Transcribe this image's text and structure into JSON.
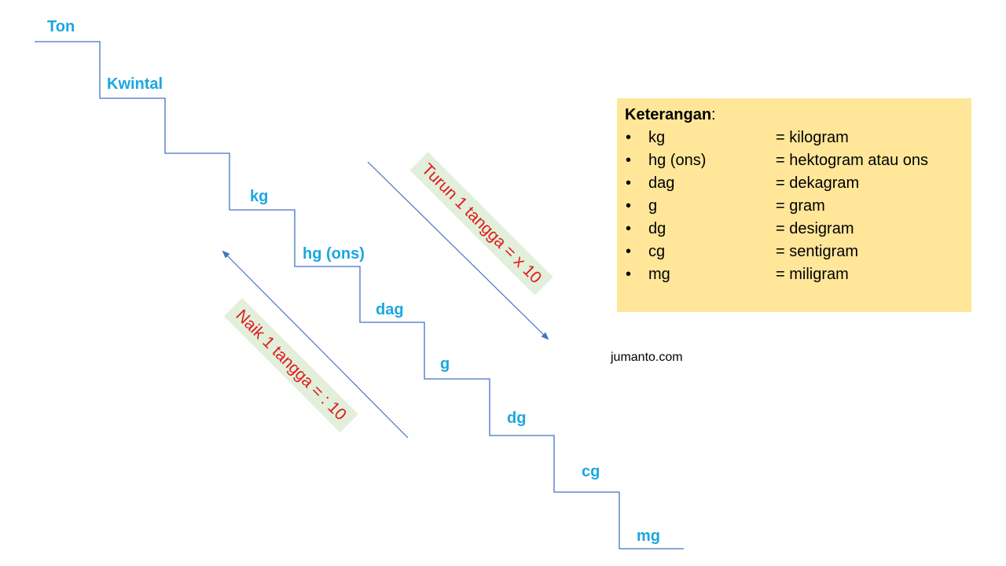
{
  "colors": {
    "step_label": "#1aa7e0",
    "line": "#4472c4",
    "hint_text": "#e01a1a",
    "hint_bg": "#e2efda",
    "legend_bg": "#ffe699"
  },
  "steps": [
    {
      "label": "Ton"
    },
    {
      "label": "Kwintal"
    },
    {
      "label": ""
    },
    {
      "label": "kg"
    },
    {
      "label": "hg (ons)"
    },
    {
      "label": "dag"
    },
    {
      "label": "g"
    },
    {
      "label": "dg"
    },
    {
      "label": "cg"
    },
    {
      "label": "mg"
    }
  ],
  "hints": {
    "down": "Turun 1 tangga = x 10",
    "up": "Naik 1 tangga = : 10"
  },
  "legend": {
    "title": "Keterangan",
    "title_suffix": ":",
    "bullet": "•",
    "items": [
      {
        "abbr": "kg",
        "meaning": "= kilogram"
      },
      {
        "abbr": "hg (ons)",
        "meaning": "= hektogram atau ons"
      },
      {
        "abbr": "dag",
        "meaning": "= dekagram"
      },
      {
        "abbr": "g",
        "meaning": "= gram"
      },
      {
        "abbr": "dg",
        "meaning": "= desigram"
      },
      {
        "abbr": "cg",
        "meaning": "= sentigram"
      },
      {
        "abbr": "mg",
        "meaning": "= miligram"
      }
    ]
  },
  "watermark": "jumanto.com"
}
